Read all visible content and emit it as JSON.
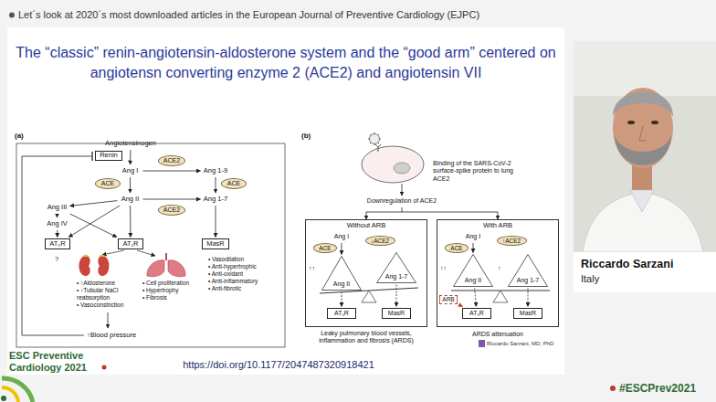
{
  "diagram": {
    "title": "The “classic” renin-angiotensin-aldosterone system and the “good arm” centered on angiotensn converting enzyme 2 (ACE2) and angiotensin VII",
    "nodes": [
      {
        "text": [
          "Angiotensinogen"
        ]
      },
      {
        "text": [
          "Renin"
        ]
      },
      {
        "text": [
          "Ang I"
        ]
      },
      {
        "text": [
          "ACE2"
        ]
      },
      {
        "text": [
          "Ang 1-9"
        ]
      },
      {
        "text": [
          "ACE"
        ]
      },
      {
        "text": [
          "ACE"
        ]
      },
      {
        "text": [
          "Ang II"
        ]
      },
      {
        "text": [
          "Ang 1-7"
        ]
      },
      {
        "text": [
          "ACE2"
        ]
      },
      {
        "text": [
          "Ang III"
        ]
      },
      {
        "text": [
          "Ang IV"
        ]
      },
      {
        "text": [
          "AT₂R"
        ]
      },
      {
        "text": [
          "AT₁R"
        ]
      },
      {
        "text": [
          "MasR"
        ]
      },
      {
        "text": [
          "Without ARB"
        ]
      },
      {
        "text": [
          "Ang I"
        ],
        "in": 15
      },
      {
        "text": [
          "ACE"
        ],
        "in": 15
      },
      {
        "text": [
          "↓ACE2"
        ],
        "in": 15
      },
      {
        "text": [
          "Ang II"
        ],
        "in": 15
      },
      {
        "text": [
          "Ang 1-7"
        ],
        "in": 15
      },
      {
        "text": [
          "AT₁R"
        ],
        "in": 15
      },
      {
        "text": [
          "MasR"
        ],
        "in": 15
      },
      {
        "text": [
          "With ARB"
        ]
      },
      {
        "text": [
          "Ang I"
        ],
        "in": 23
      },
      {
        "text": [
          "ACE"
        ],
        "in": 23
      },
      {
        "text": [
          "↑ACE2"
        ],
        "in": 23
      },
      {
        "text": [
          "Ang II"
        ],
        "in": 23
      },
      {
        "text": [
          "Ang 1-7"
        ],
        "in": 23
      },
      {
        "text": [
          "ARB"
        ],
        "in": 23
      },
      {
        "text": [
          "AT₁R"
        ],
        "in": 23
      },
      {
        "text": [
          "MasR"
        ],
        "in": 23
      }
    ],
    "edges": [
      {
        "from": 0,
        "to": 2,
        "arrow": "to"
      },
      {
        "from": 2,
        "to": 4,
        "arrow": "to"
      },
      {
        "from": 2,
        "to": 7,
        "arrow": "to"
      },
      {
        "from": 4,
        "to": 8,
        "arrow": "to"
      },
      {
        "from": 7,
        "to": 8,
        "arrow": "to"
      },
      {
        "from": 7,
        "to": 10,
        "arrow": "to"
      },
      {
        "from": 10,
        "to": 11,
        "arrow": "to"
      },
      {
        "from": 11,
        "to": 12,
        "arrow": "to"
      },
      {
        "from": 10,
        "to": 13,
        "arrow": "to"
      },
      {
        "from": 7,
        "to": 12,
        "arrow": "to"
      },
      {
        "from": 7,
        "to": 13,
        "arrow": "to"
      },
      {
        "from": 8,
        "to": 14,
        "arrow": "to"
      },
      {
        "from": 16,
        "to": 19,
        "arrow": "to"
      },
      {
        "from": 19,
        "to": 21,
        "arrow": "to"
      },
      {
        "from": 20,
        "to": 22,
        "arrow": "to"
      },
      {
        "from": 24,
        "to": 27,
        "arrow": "to"
      },
      {
        "from": 27,
        "to": 30,
        "arrow": "to"
      },
      {
        "from": 28,
        "to": 31,
        "arrow": "to"
      },
      {
        "from": 29,
        "to": 30,
        "arrow": "to"
      }
    ],
    "labels": [
      "Let´s look at 2020´s most downloaded articles in the European Journal of Preventive Cardiology (EJPC)",
      "(a)",
      "?",
      "• ↑Aldosterone",
      "• ↑Tubular NaCl reabsorption",
      "• Vasoconstriction",
      "• Cell proliferation",
      "• Hypertrophy",
      "• Fibrosis",
      "• Vasodilation",
      "• Anti-hypertrophic",
      "• Anti-oxidant",
      "• Anti-inflammatory",
      "• Anti-fibrotic",
      "↑Blood pressure",
      "(b)",
      "Binding of the SARS-CoV-2 surface-spike protein to lung ACE2",
      "Downregulation of ACE2",
      "↑↑",
      "Leaky pulmonary blood vessels, inflammation and fibrosis (ARDS)",
      "↑↑",
      "↑",
      "ARDS attenuation",
      "ESC Preventive Cardiology 2021",
      "https://doi.org/10.1177/2047487320918421",
      "Riccardo Sarzani, MD, PhD",
      "Riccardo Sarzani",
      "Italy",
      "#ESCPrev2021"
    ]
  }
}
